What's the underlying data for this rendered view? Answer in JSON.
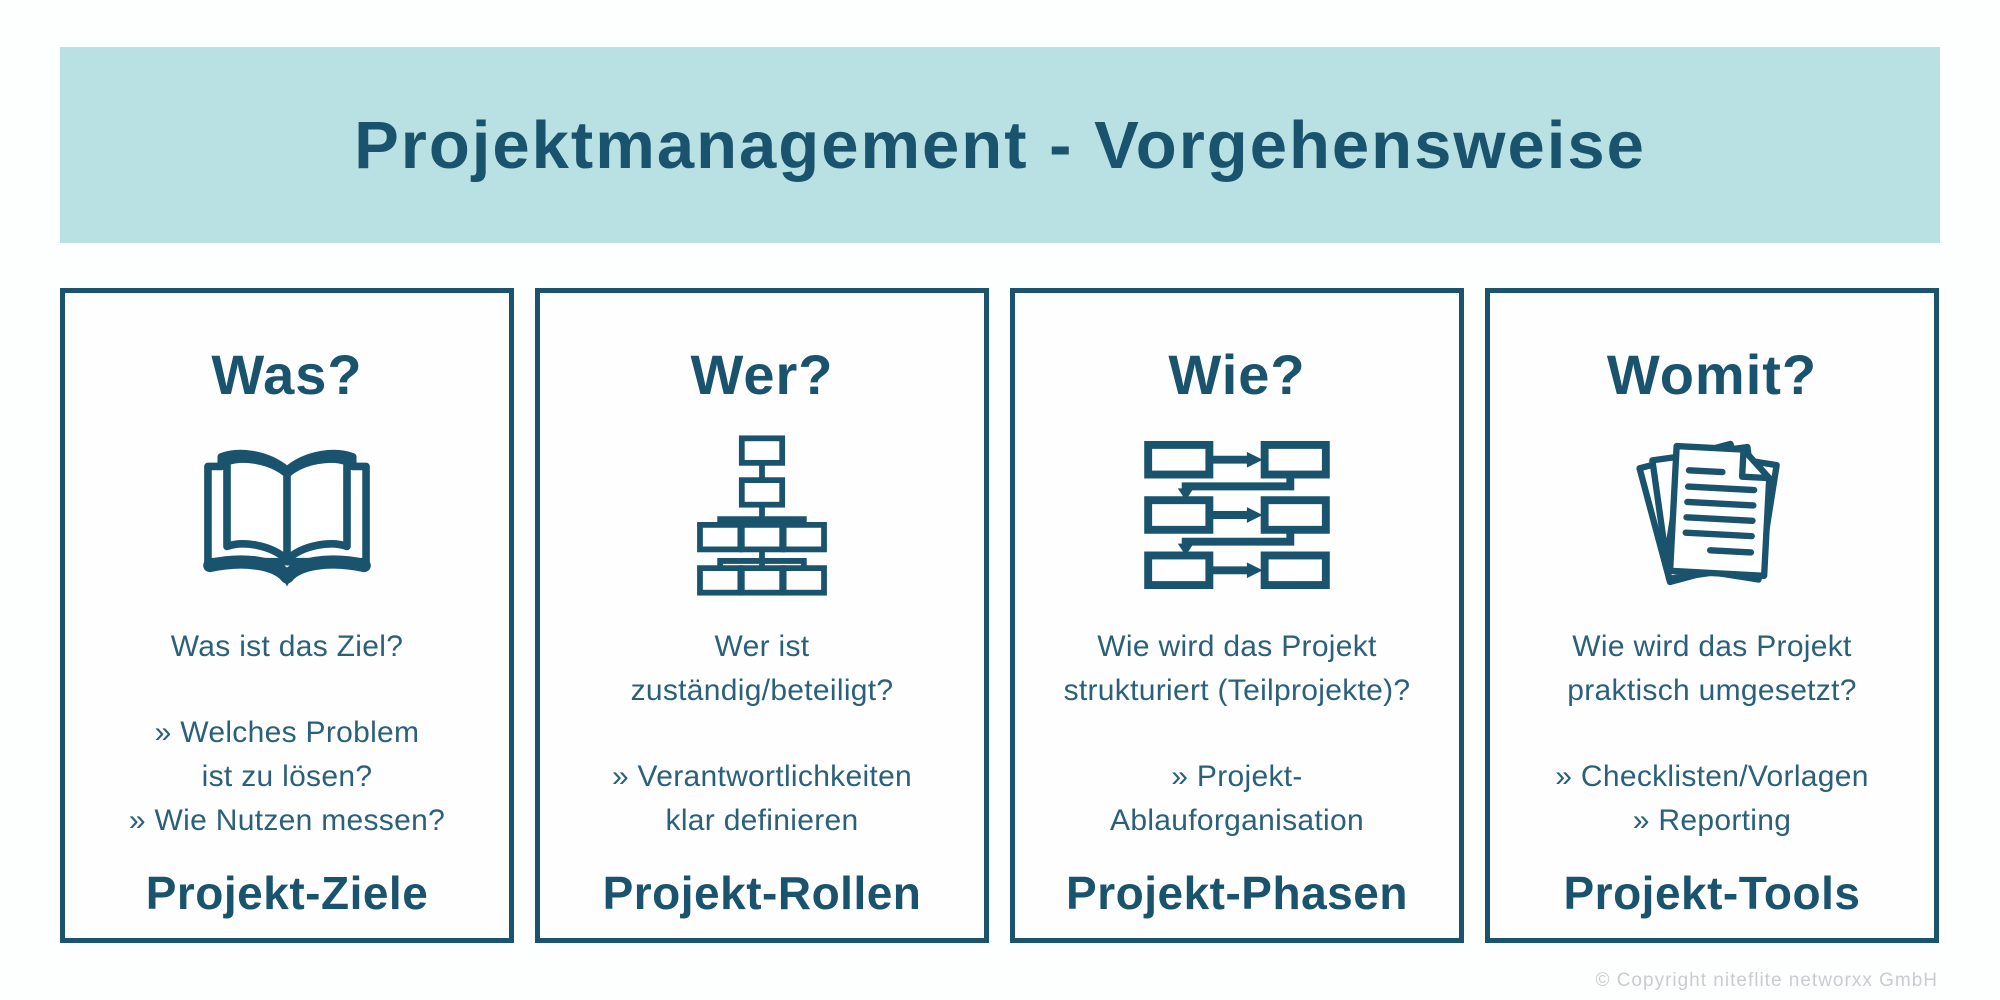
{
  "header": {
    "title": "Projektmanagement - Vorgehensweise"
  },
  "cards": [
    {
      "title": "Was?",
      "icon": "open-book-icon",
      "question_lines": [
        "Was ist das Ziel?"
      ],
      "bullet_lines": [
        "» Welches Problem",
        "ist zu lösen?",
        "» Wie Nutzen messen?"
      ],
      "label": "Projekt-Ziele"
    },
    {
      "title": "Wer?",
      "icon": "org-chart-icon",
      "question_lines": [
        "Wer ist",
        "zuständig/beteiligt?"
      ],
      "bullet_lines": [
        "» Verantwortlichkeiten",
        "klar definieren"
      ],
      "label": "Projekt-Rollen"
    },
    {
      "title": "Wie?",
      "icon": "flowchart-icon",
      "question_lines": [
        "Wie wird das Projekt",
        "strukturiert (Teilprojekte)?"
      ],
      "bullet_lines": [
        "» Projekt-",
        "Ablauforganisation"
      ],
      "label": "Projekt-Phasen"
    },
    {
      "title": "Womit?",
      "icon": "documents-stack-icon",
      "question_lines": [
        "Wie wird das Projekt",
        "praktisch umgesetzt?"
      ],
      "bullet_lines": [
        "» Checklisten/Vorlagen",
        "» Reporting"
      ],
      "label": "Projekt-Tools"
    }
  ],
  "page_footer": {
    "copyright": "© Copyright niteflite networxx GmbH"
  },
  "colors": {
    "accent": "#19536d",
    "banner_background": "#b9e0e3",
    "body_text": "#2b607a",
    "copyright_text": "#c9cdd0"
  }
}
